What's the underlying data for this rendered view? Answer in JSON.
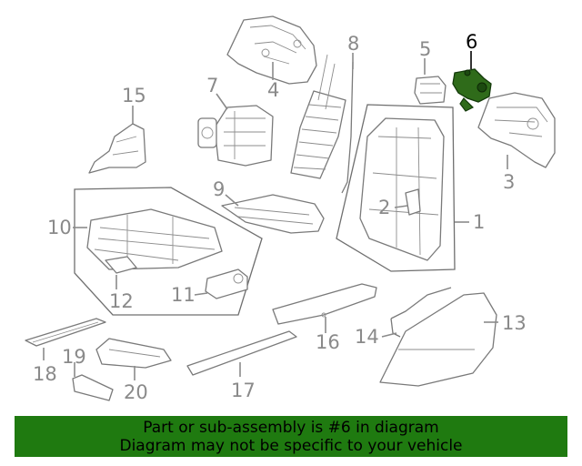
{
  "diagram": {
    "callouts": [
      "1",
      "2",
      "3",
      "4",
      "5",
      "6",
      "7",
      "8",
      "9",
      "10",
      "11",
      "12",
      "13",
      "14",
      "15",
      "16",
      "17",
      "18",
      "19",
      "20"
    ],
    "highlight_color": "#2f6b1a",
    "highlighted_callout": "6"
  },
  "banner": {
    "line1": "Part or sub-assembly is #6 in diagram",
    "line2": "Diagram may not be specific to your vehicle",
    "background": "#1f7a10"
  }
}
